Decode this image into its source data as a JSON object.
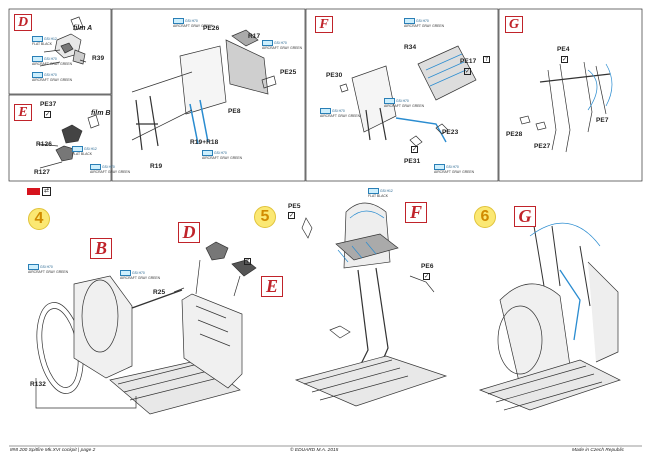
{
  "panels": {
    "D": {
      "tag": "D",
      "film": "film A",
      "parts": {
        "r39": "R39"
      },
      "paints": [
        {
          "num": "GSi H12",
          "name": "FLAT BLACK"
        },
        {
          "num": "GSi H70",
          "name": "AIRCRAFT GRAY GREEN"
        },
        {
          "num": "GSi H70",
          "name": "AIRCRAFT GRAY GREEN"
        }
      ]
    },
    "E": {
      "tag": "E",
      "film": "film B",
      "parts": {
        "pe37": "PE37",
        "r126": "R126",
        "r127": "R127"
      },
      "paints": [
        {
          "num": "GSi H12",
          "name": "FLAT BLACK"
        },
        {
          "num": "GSi H70",
          "name": "AIRCRAFT GRAY GREEN"
        }
      ]
    },
    "top_mid": {
      "parts": {
        "pe26": "PE26",
        "r17": "R17",
        "pe25": "PE25",
        "pe8": "PE8",
        "r19r18": "R19+R18",
        "r19": "R19"
      },
      "paints": [
        {
          "num": "GSi H70",
          "name": "AIRCRAFT GRAY GREEN"
        },
        {
          "num": "GSi H70",
          "name": "AIRCRAFT GRAY GREEN"
        },
        {
          "num": "GSi H70",
          "name": "AIRCRAFT GRAY GREEN"
        }
      ]
    },
    "F": {
      "tag": "F",
      "parts": {
        "r34": "R34",
        "pe17": "PE17",
        "pe30": "PE30",
        "pe23": "PE23",
        "pe31": "PE31"
      },
      "paints": [
        {
          "num": "GSi H70",
          "name": "AIRCRAFT GRAY GREEN"
        },
        {
          "num": "GSi H70",
          "name": "AIRCRAFT GRAY GREEN"
        },
        {
          "num": "GSi H70",
          "name": "AIRCRAFT GRAY GREEN"
        },
        {
          "num": "GSi H70",
          "name": "AIRCRAFT GRAY GREEN"
        }
      ]
    },
    "G": {
      "tag": "G",
      "parts": {
        "pe4": "PE4",
        "pe7": "PE7",
        "pe28": "PE28",
        "pe27": "PE27"
      }
    }
  },
  "steps": {
    "s4": {
      "num": "4",
      "tag_b": "B",
      "tag_d": "D",
      "tag_e": "E",
      "parts": {
        "r25": "R25",
        "r132": "R132"
      },
      "paints": [
        {
          "num": "GSi H70",
          "name": "AIRCRAFT GRAY GREEN"
        },
        {
          "num": "GSi H70",
          "name": "AIRCRAFT GRAY GREEN"
        }
      ]
    },
    "s5": {
      "num": "5",
      "tag_f": "F",
      "parts": {
        "pe5": "PE5",
        "pe6": "PE6"
      },
      "paints": [
        {
          "num": "GSi H12",
          "name": "FLAT BLACK"
        }
      ]
    },
    "s6": {
      "num": "6",
      "tag_g": "G"
    }
  },
  "footer": {
    "left": "8#8 200  Spitfire Mk.XVI cockpit  |  page 2",
    "center": "© EDUARD  M.A. 2015",
    "right": "Made in Czech Republic"
  },
  "colors": {
    "red": "#d6131d",
    "paint_blue": "#cdeffd",
    "step_yellow": "#fbe873"
  },
  "icons": [
    "check-icon",
    "square-icon",
    "remove-icon"
  ]
}
